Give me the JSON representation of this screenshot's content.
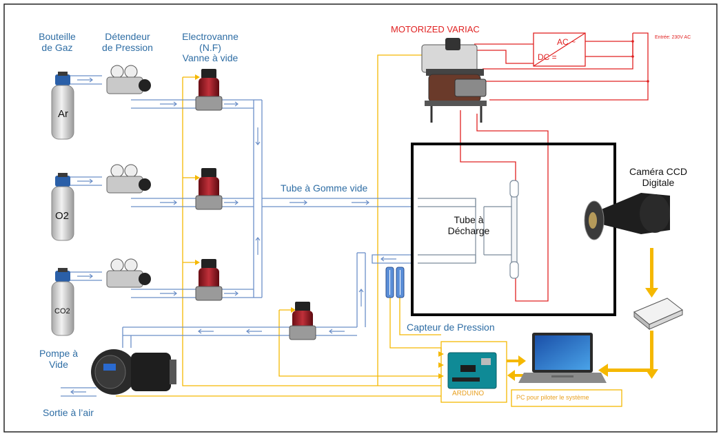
{
  "labels": {
    "bouteille_line1": "Bouteille",
    "bouteille_line2": "de Gaz",
    "detendeur_line1": "Détendeur",
    "detendeur_line2": "de Pression",
    "electrovanne_line1": "Electrovanne",
    "electrovanne_line2": "(N.F)",
    "electrovanne_line3": "Vanne à vide",
    "motorized_variac": "MOTORIZED VARIAC",
    "entree": "Entrée: 230V AC",
    "ac": "AC ~",
    "dc": "DC =",
    "tube_gomme": "Tube à Gomme vide",
    "tube_decharge_line1": "Tube à",
    "tube_decharge_line2": "Décharge",
    "camera_line1": "Caméra CCD",
    "camera_line2": "Digitale",
    "capteur": "Capteur de Pression",
    "pompe_line1": "Pompe à",
    "pompe_line2": "Vide",
    "sortie": "Sortie à l’air",
    "arduino": "ARDUINO",
    "pc": "PC pour piloter le système"
  },
  "gases": [
    "Ar",
    "O2",
    "CO2"
  ],
  "colors": {
    "blue_text": "#2e6da4",
    "red_wire": "#e02020",
    "orange_signal": "#f5b800",
    "tube": "#6b8fc8",
    "chamber_border": "#000000"
  }
}
